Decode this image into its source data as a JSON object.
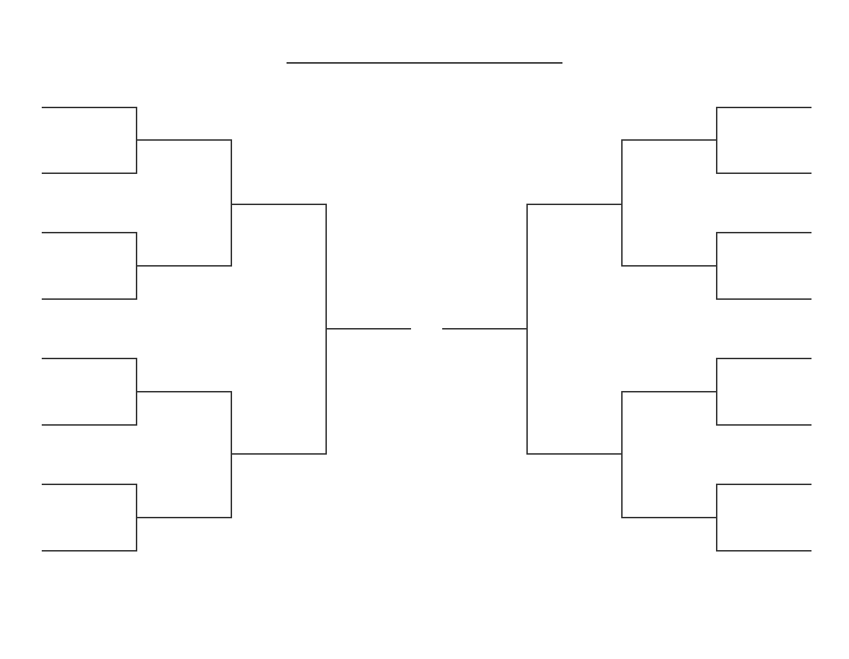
{
  "bracket": {
    "title": "",
    "line_color": "#333333",
    "left_side": {
      "round_of_16_slots": 8,
      "quarterfinal_slots": 4,
      "semifinal_slots": 2,
      "final_slots": 1
    },
    "right_side": {
      "round_of_16_slots": 8,
      "quarterfinal_slots": 4,
      "semifinal_slots": 2,
      "final_slots": 1
    }
  }
}
